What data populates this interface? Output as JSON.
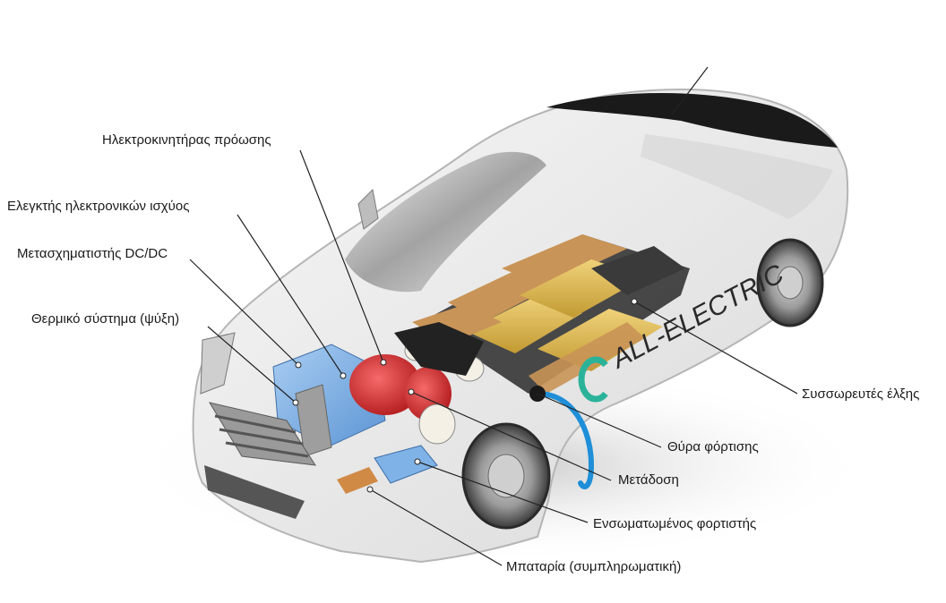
{
  "labels": {
    "motor": "Ηλεκτροκινητήρας πρόωσης",
    "power_controller": "Ελεγκτής ηλεκτρονικών ισχύος",
    "dcdc": "Μετασχηματιστής DC/DC",
    "thermal": "Θερμικό σύστημα (ψύξη)",
    "traction_battery": "Συσσωρευτές έλξης",
    "charge_port": "Θύρα φόρτισης",
    "transmission": "Μετάδοση",
    "onboard_charger": "Ενσωματωμένος φορτιστής",
    "aux_battery": "Μπαταρία (συμπληρωματική)"
  },
  "car_text": "ALL-ELECTRIC",
  "colors": {
    "car_body": "#eeeeee",
    "battery_gold": "#d9b44a",
    "battery_copper": "#c99457",
    "motor_red": "#e0393a",
    "controller_blue": "#7fb2e6",
    "charge_cable": "#1e8fd8",
    "brand_teal": "#2bb39a"
  }
}
